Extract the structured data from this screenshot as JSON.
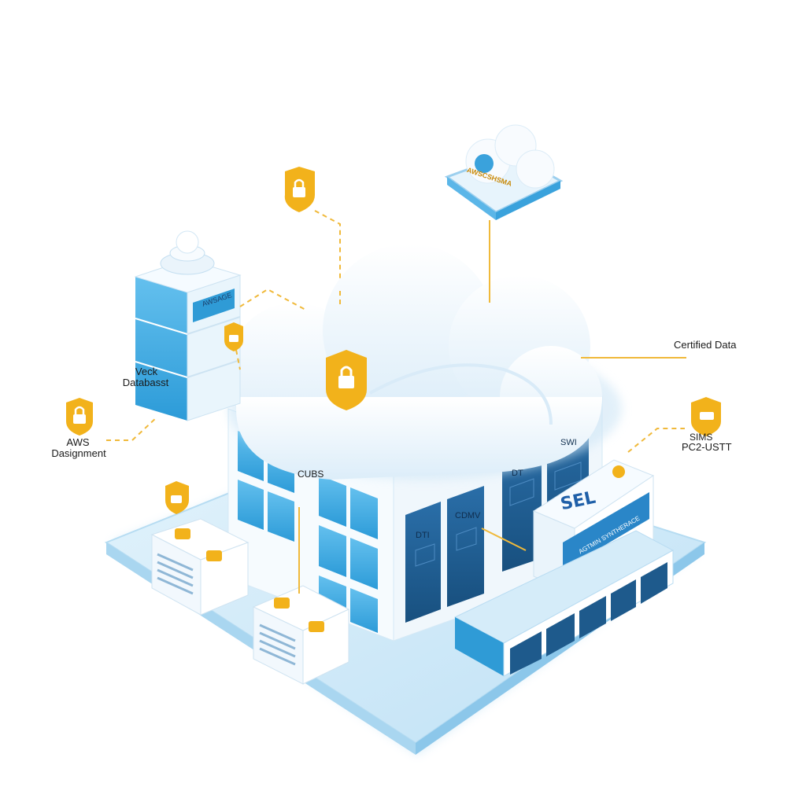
{
  "labels": {
    "certified_data": "Certified Data",
    "vault_db_line1": "Veck",
    "vault_db_line2": "Databasst",
    "aws_line1": "AWS",
    "aws_line2": "Dasignment",
    "sims_line1": "SIMS",
    "sims_line2": "PC2-USTT",
    "cloud_tag": "AWSCSHSMA",
    "db_panel": "AWSAGE",
    "cube_front": "CUBS",
    "cube_panel_left": "DTI",
    "cube_panel_mid": "CDMV",
    "cube_panel_r1": "DT",
    "cube_panel_r2": "SWI",
    "sel_title": "SEL",
    "sel_sub": "AGTMIN SYNTHERACE"
  },
  "colors": {
    "accent_lock": "#f2b21b",
    "primary_blue": "#2f9bd6",
    "dark_blue": "#1e5a8c",
    "platform": "#cfe8f6",
    "cloud": "#eef6fc",
    "connector": "#f0b93a"
  },
  "icons": [
    "lock-shield-icon",
    "cloud-icon",
    "database-icon",
    "server-icon"
  ]
}
